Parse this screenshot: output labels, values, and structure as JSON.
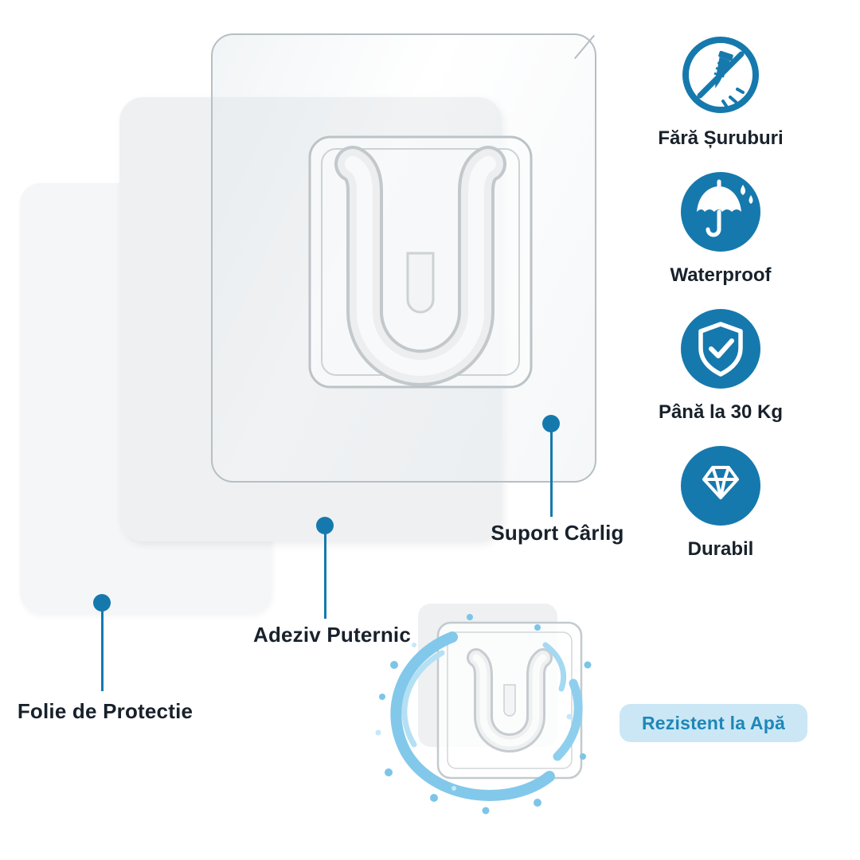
{
  "callouts": {
    "folie": {
      "label": "Folie de Protectie"
    },
    "adeziv": {
      "label": "Adeziv Puternic"
    },
    "suport": {
      "label": "Suport Cârlig"
    }
  },
  "features": [
    {
      "icon": "no-screws-icon",
      "label": "Fără Șuruburi"
    },
    {
      "icon": "waterproof-umbrella-icon",
      "label": "Waterproof"
    },
    {
      "icon": "shield-check-icon",
      "label": "Până la 30 Kg"
    },
    {
      "icon": "diamond-icon",
      "label": "Durabil"
    }
  ],
  "badge": {
    "label": "Rezistent la Apă"
  },
  "colors": {
    "accent": "#1679ad",
    "label_text": "#18212b",
    "badge_bg": "#cbe7f5",
    "badge_text": "#1e87b8"
  }
}
